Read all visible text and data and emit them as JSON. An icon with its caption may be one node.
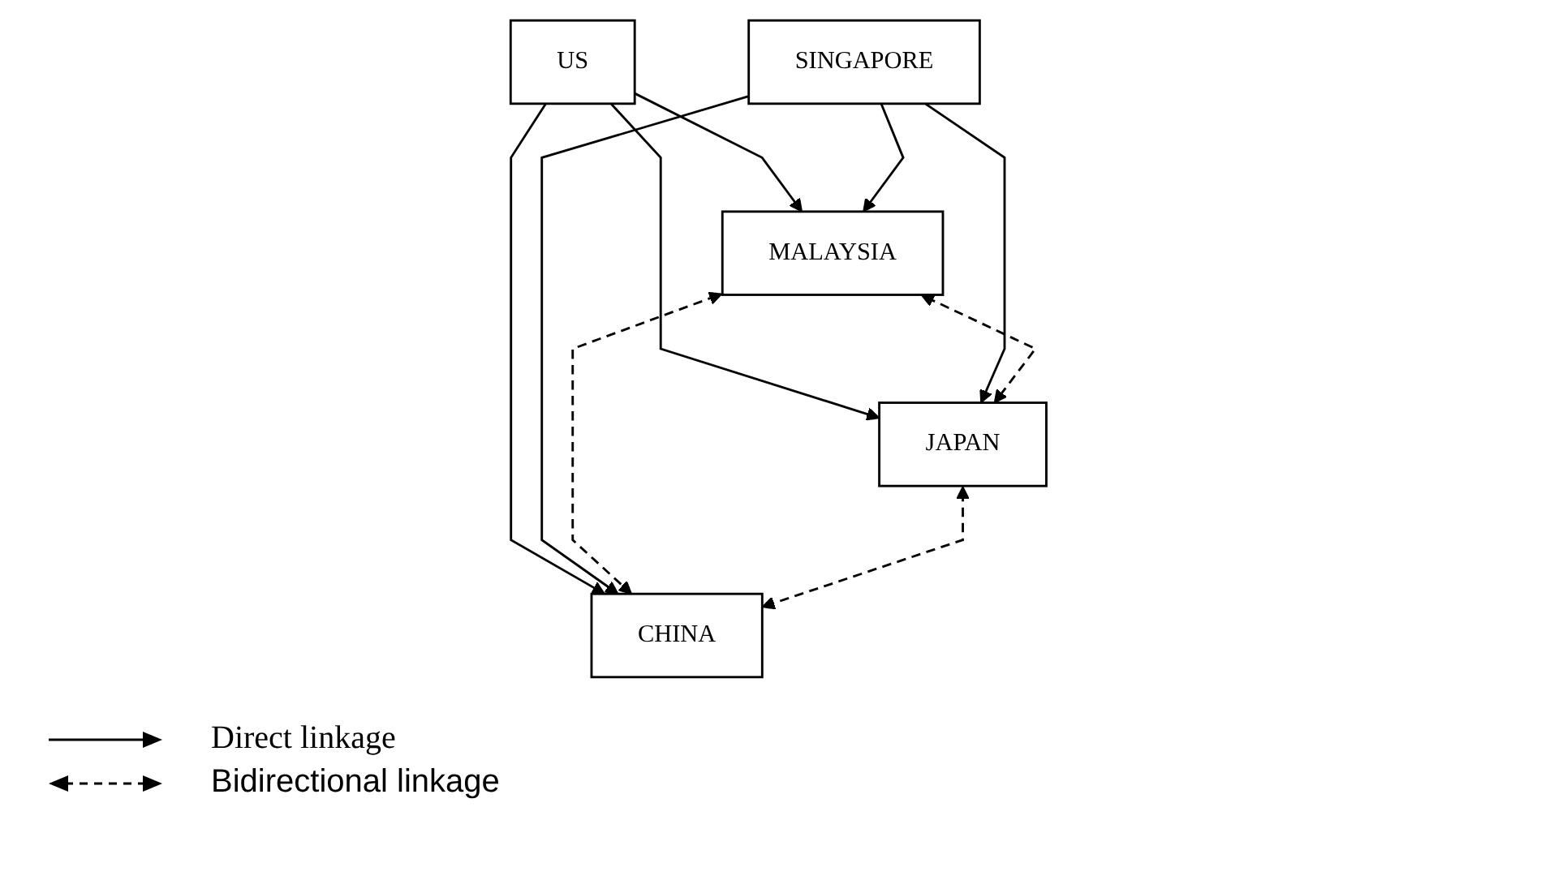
{
  "diagram": {
    "nodes": [
      {
        "text": [
          "US"
        ]
      },
      {
        "text": [
          "MALAYSIA"
        ]
      },
      {
        "text": [
          "SINGAPORE"
        ]
      },
      {
        "text": [
          "JAPAN"
        ]
      },
      {
        "text": [
          "CHINA"
        ]
      }
    ],
    "edges": [
      {
        "from": 0,
        "to": 1,
        "arrow": "to"
      },
      {
        "from": 0,
        "to": 3,
        "arrow": "to"
      },
      {
        "from": 0,
        "to": 4,
        "arrow": "to"
      },
      {
        "from": 2,
        "to": 1,
        "arrow": "to"
      },
      {
        "from": 2,
        "to": 3,
        "arrow": "to"
      },
      {
        "from": 2,
        "to": 4,
        "arrow": "to"
      },
      {
        "from": 1,
        "to": 3,
        "arrow": "both",
        "style": "dashed"
      },
      {
        "from": 1,
        "to": 4,
        "arrow": "both",
        "style": "dashed"
      },
      {
        "from": 3,
        "to": 4,
        "arrow": "both",
        "style": "dashed"
      }
    ],
    "legend": [
      {
        "text": "Direct linkage"
      },
      {
        "text": "Bidirectional linkage"
      }
    ]
  }
}
